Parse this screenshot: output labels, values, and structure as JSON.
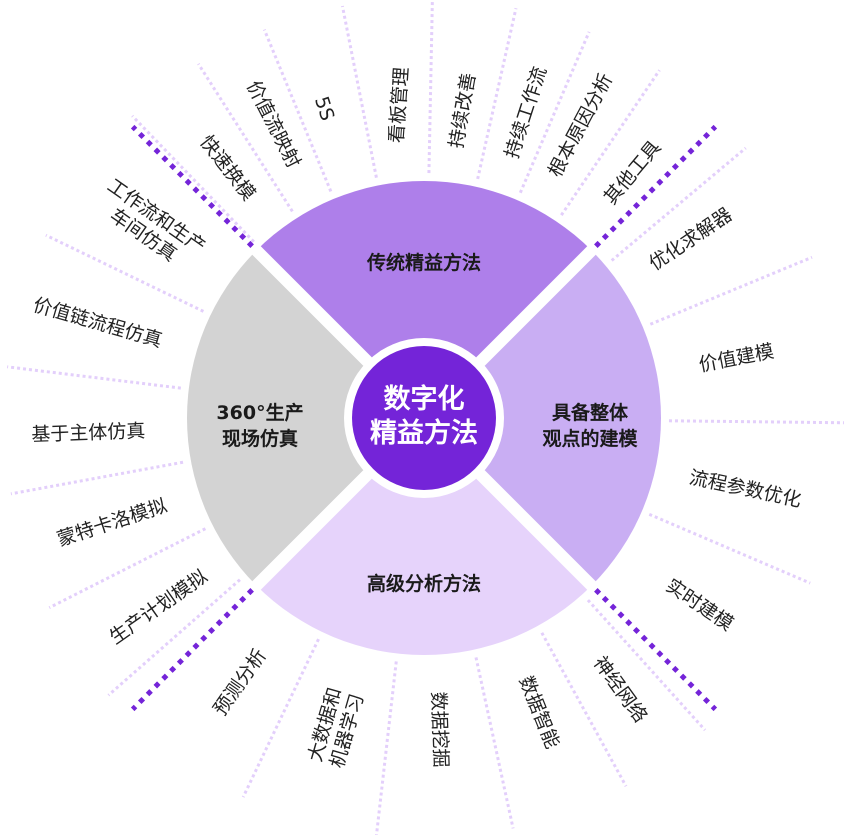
{
  "center": {
    "line1": "数字化",
    "line2": "精益方法"
  },
  "colors": {
    "center": "#7424d8",
    "top": "#ae7fea",
    "right": "#c9aef3",
    "bottom": "#e6d3fb",
    "left": "#d3d3d3",
    "diagonal": "#7424d8",
    "spoke": "#e3cffb"
  },
  "quadrants": {
    "top": {
      "lines": [
        "传统精益方法"
      ]
    },
    "right": {
      "lines": [
        "具备整体",
        "观点的建模"
      ]
    },
    "bottom": {
      "lines": [
        "高级分析方法"
      ]
    },
    "left": {
      "lines": [
        "360°生产",
        "现场仿真"
      ]
    }
  },
  "labels": [
    {
      "lines": [
        "快速换模"
      ]
    },
    {
      "lines": [
        "价值流映射"
      ]
    },
    {
      "lines": [
        "5S"
      ]
    },
    {
      "lines": [
        "看板管理"
      ]
    },
    {
      "lines": [
        "持续改善"
      ]
    },
    {
      "lines": [
        "持续工作流"
      ]
    },
    {
      "lines": [
        "根本原因分析"
      ]
    },
    {
      "lines": [
        "其他工具"
      ]
    },
    {
      "lines": [
        "优化求解器"
      ]
    },
    {
      "lines": [
        "价值建模"
      ]
    },
    {
      "lines": [
        "流程参数优化"
      ]
    },
    {
      "lines": [
        "实时建模"
      ]
    },
    {
      "lines": [
        "神经网络"
      ]
    },
    {
      "lines": [
        "数据智能"
      ]
    },
    {
      "lines": [
        "数据挖掘"
      ]
    },
    {
      "lines": [
        "大数据和",
        "机器学习"
      ]
    },
    {
      "lines": [
        "预测分析"
      ]
    },
    {
      "lines": [
        "生产计划模拟"
      ]
    },
    {
      "lines": [
        "蒙特卡洛模拟"
      ]
    },
    {
      "lines": [
        "基于主体仿真"
      ]
    },
    {
      "lines": [
        "价值链流程仿真"
      ]
    },
    {
      "lines": [
        "工作流和生产",
        "车间仿真"
      ]
    }
  ]
}
